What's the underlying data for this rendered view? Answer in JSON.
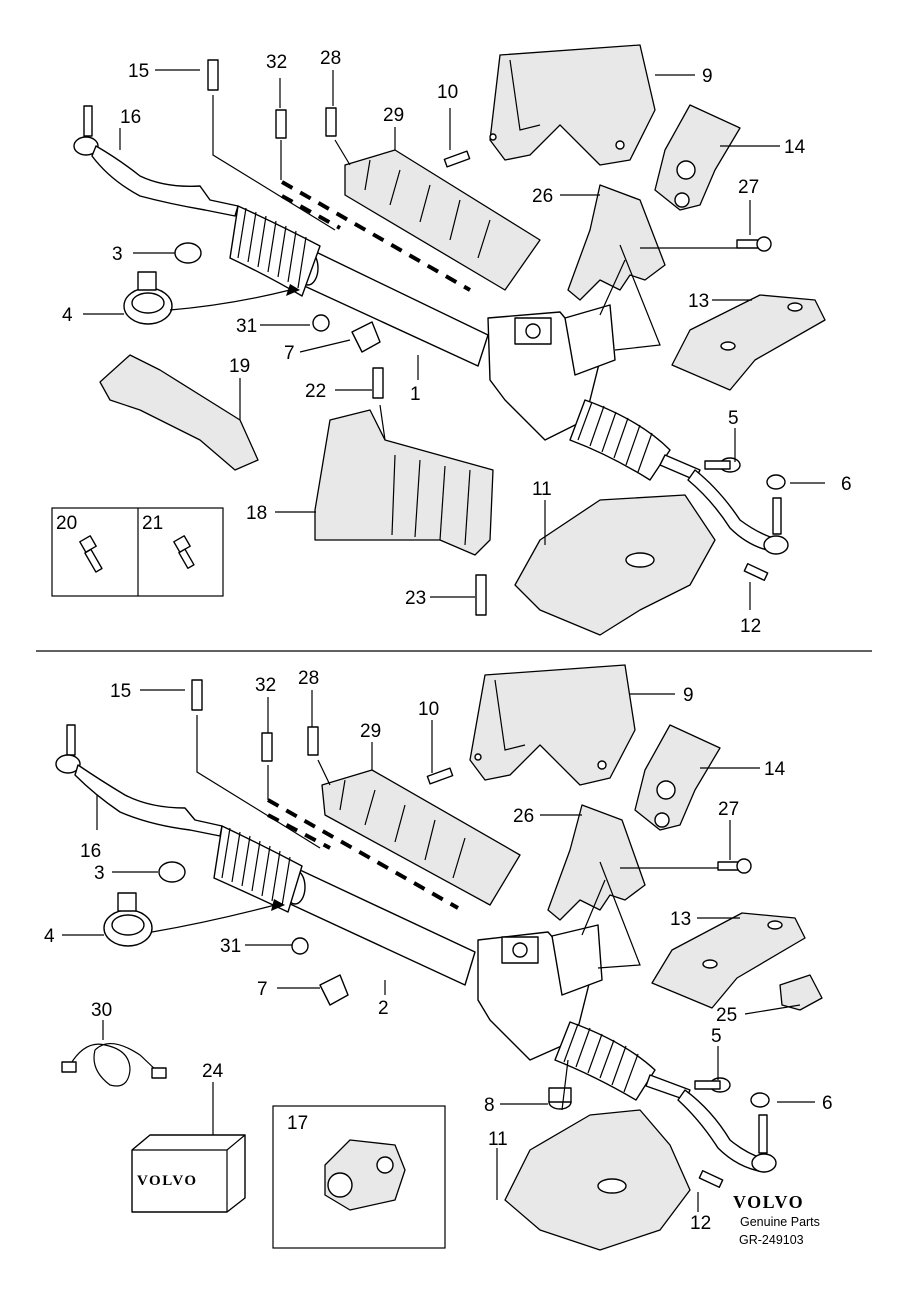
{
  "top_diagram": {
    "callouts": [
      "15",
      "32",
      "28",
      "29",
      "10",
      "9",
      "14",
      "16",
      "26",
      "27",
      "3",
      "13",
      "4",
      "31",
      "7",
      "22",
      "1",
      "19",
      "5",
      "6",
      "11",
      "18",
      "20",
      "21",
      "23",
      "12"
    ]
  },
  "bottom_diagram": {
    "callouts": [
      "15",
      "32",
      "28",
      "10",
      "9",
      "29",
      "14",
      "26",
      "27",
      "16",
      "3",
      "13",
      "4",
      "31",
      "2",
      "7",
      "25",
      "30",
      "5",
      "24",
      "8",
      "6",
      "17",
      "11",
      "12"
    ]
  },
  "footer": {
    "brand": "VOLVO",
    "subtitle": "Genuine Parts",
    "code": "GR-249103"
  },
  "box_brand": "VOLVO"
}
